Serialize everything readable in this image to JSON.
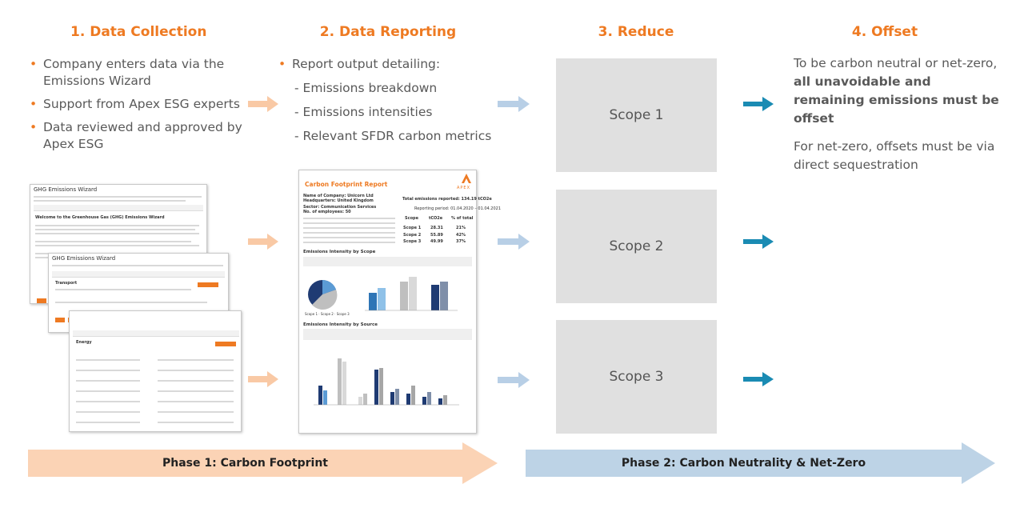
{
  "columns": [
    {
      "title": "1. Data Collection"
    },
    {
      "title": "2. Data Reporting"
    },
    {
      "title": "3. Reduce"
    },
    {
      "title": "4. Offset"
    }
  ],
  "collection": {
    "bullets": [
      "Company enters data via the Emissions Wizard",
      "Support from Apex ESG experts",
      "Data reviewed and approved by Apex ESG"
    ]
  },
  "reporting": {
    "bullet": "Report output detailing:",
    "subitems": [
      "- Emissions breakdown",
      "- Emissions intensities",
      "- Relevant SFDR carbon metrics"
    ]
  },
  "reduce": {
    "scopes": [
      "Scope 1",
      "Scope 2",
      "Scope 3"
    ]
  },
  "offset": {
    "text_before": "To be carbon neutral or net-zero, ",
    "text_bold": "all unavoidable and remaining emissions must be offset",
    "text_second": "For net-zero, offsets must be via direct sequestration"
  },
  "wizard_doc": {
    "title": "GHG Emissions Wizard",
    "welcome": "Welcome to the Greenhouse Gas (GHG) Emissions Wizard",
    "section_transport": "Transport",
    "section_energy": "Energy"
  },
  "report_doc": {
    "title": "Carbon Footprint Report",
    "logo": "APEX",
    "company": "Name of Company: Unicorn Ltd",
    "hq": "Headquarters: United Kingdom",
    "sector": "Sector: Communication Services",
    "employees": "No. of employees: 50",
    "total_label": "Total emissions reported:",
    "total_value": "134.19 tCO2e",
    "period": "Reporting period: 01.04.2020 – 01.04.2021",
    "table_headers": [
      "Scope",
      "tCO2e",
      "% of total"
    ],
    "table_rows": [
      [
        "Scope 1",
        "28.31",
        "21%"
      ],
      [
        "Scope 2",
        "55.89",
        "42%"
      ],
      [
        "Scope 3",
        "49.99",
        "37%"
      ]
    ],
    "section_scope": "Emissions Intensity by Scope",
    "section_source": "Emissions Intensity by Source",
    "legend": [
      "Scope 1",
      "Scope 2",
      "Scope 3"
    ]
  },
  "phases": [
    {
      "label": "Phase 1: Carbon Footprint",
      "color": "#fbd3b5"
    },
    {
      "label": "Phase 2: Carbon Neutrality & Net-Zero",
      "color": "#bdd3e6"
    }
  ],
  "colors": {
    "accent_orange": "#ee7a22",
    "arrow_peach": "#f9c9a5",
    "arrow_light_blue": "#b8cfe6",
    "arrow_teal": "#1a8bb3",
    "scope_box": "#e0e0e0"
  }
}
